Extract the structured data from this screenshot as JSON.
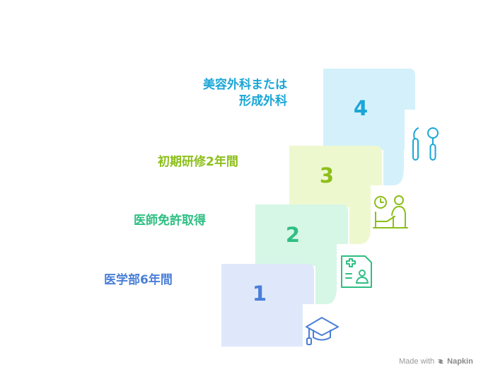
{
  "steps": [
    {
      "number": "1",
      "label": "医学部6年間",
      "icon": "graduation-cap-icon",
      "fill": "#dfe8fb",
      "text_color": "#4a7fd8"
    },
    {
      "number": "2",
      "label": "医師免許取得",
      "icon": "medical-id-card-icon",
      "fill": "#d6f6e6",
      "text_color": "#2fbf83"
    },
    {
      "number": "3",
      "label": "初期研修2年間",
      "icon": "training-session-icon",
      "fill": "#eef8cf",
      "text_color": "#8cbf1a"
    },
    {
      "number": "4",
      "label_line1": "美容外科または",
      "label_line2": "形成外科",
      "icon": "surgical-tools-icon",
      "fill": "#d4f1fb",
      "text_color": "#1aa6d6"
    }
  ],
  "watermark": {
    "prefix": "Made with",
    "brand": "Napkin"
  }
}
